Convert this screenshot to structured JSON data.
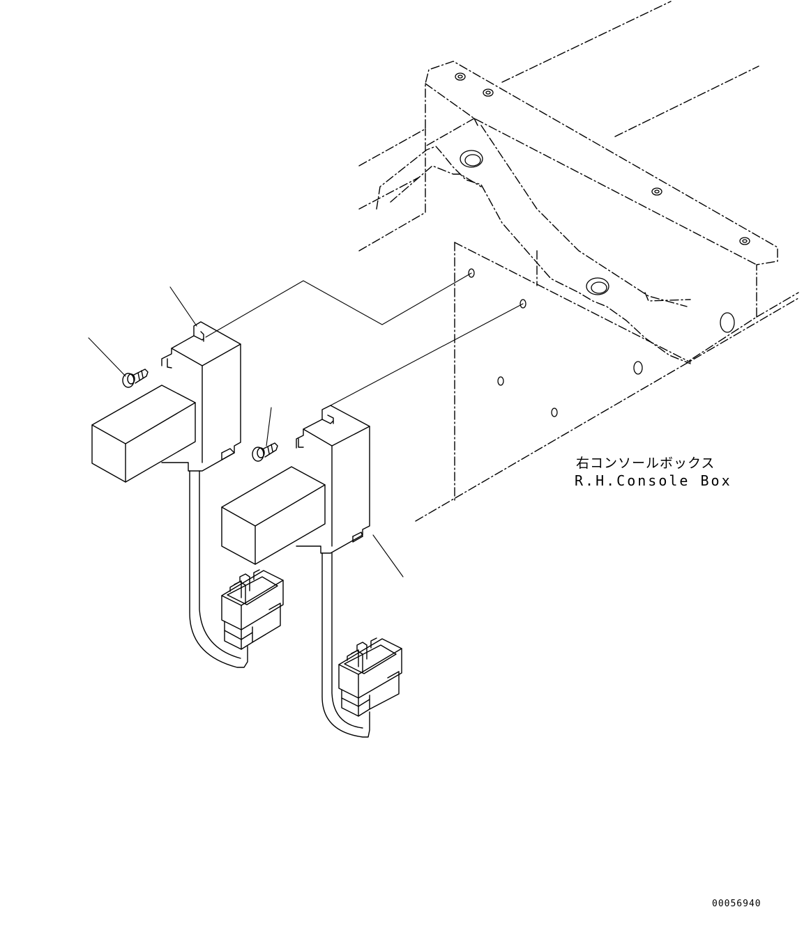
{
  "labels": {
    "console_box_jp": "右コンソールボックス",
    "console_box_en": "R.H.Console Box",
    "drawing_number": "00056940"
  },
  "colors": {
    "line": "#000000",
    "background": "#ffffff"
  }
}
